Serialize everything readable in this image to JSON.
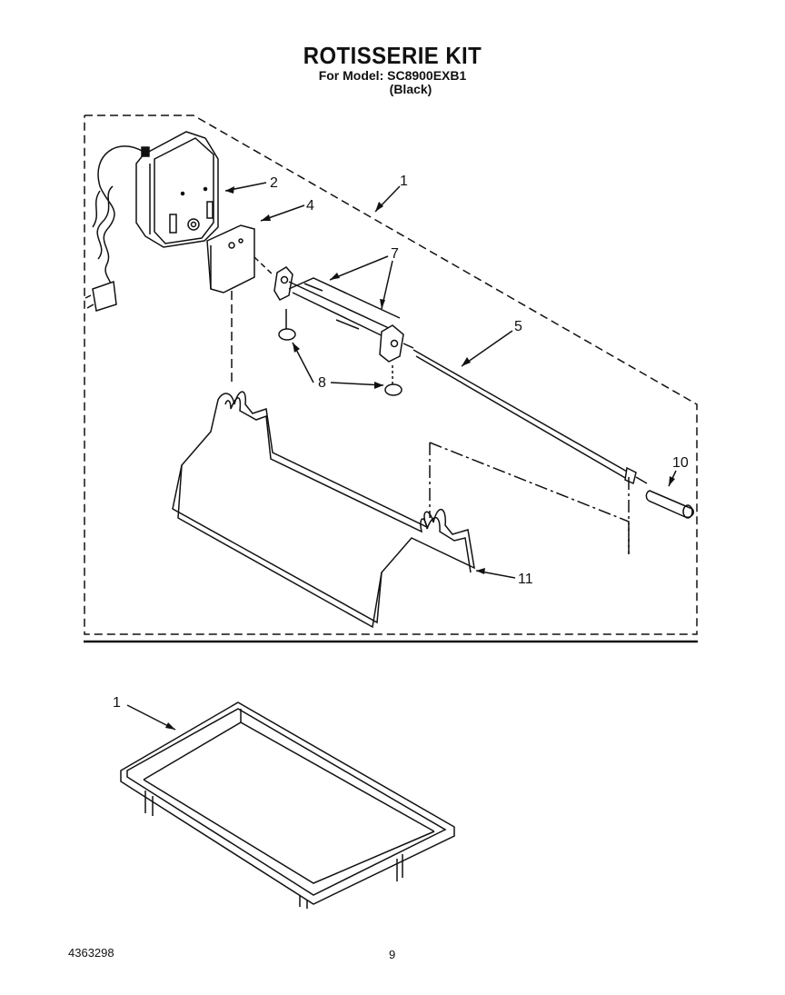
{
  "header": {
    "title": "ROTISSERIE KIT",
    "model_line": "For Model: SC8900EXB1",
    "color_line": "(Black)"
  },
  "callouts": {
    "kit": "1",
    "motor": "2",
    "bracket": "4",
    "spit_fork_assembly": "7",
    "spit_rod": "5",
    "screws": "8",
    "handle": "10",
    "support_frame": "11",
    "drip_pan": "1"
  },
  "footer": {
    "part_number": "4363298",
    "page_number": "9"
  }
}
